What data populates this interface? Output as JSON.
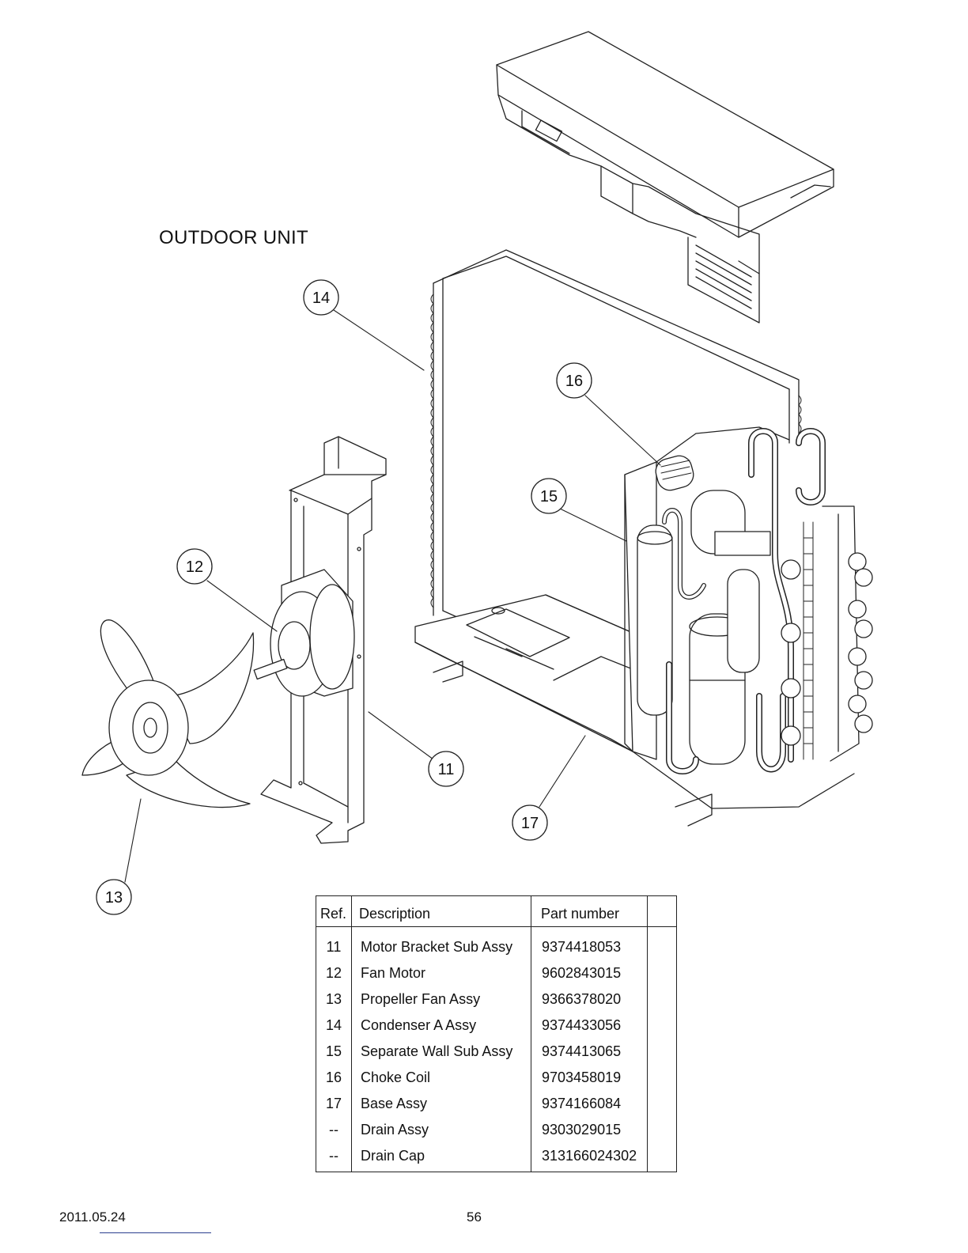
{
  "page": {
    "title": "OUTDOOR UNIT",
    "date": "2011.05.24",
    "page_number": "56"
  },
  "callouts": [
    "14",
    "16",
    "15",
    "12",
    "11",
    "17",
    "13"
  ],
  "table": {
    "headers": {
      "ref": "Ref.",
      "description": "Description",
      "part_number": "Part number"
    },
    "rows": [
      {
        "ref": "11",
        "description": "Motor Bracket Sub Assy",
        "part_number": "9374418053"
      },
      {
        "ref": "12",
        "description": "Fan Motor",
        "part_number": "9602843015"
      },
      {
        "ref": "13",
        "description": "Propeller Fan Assy",
        "part_number": "9366378020"
      },
      {
        "ref": "14",
        "description": "Condenser A Assy",
        "part_number": "9374433056"
      },
      {
        "ref": "15",
        "description": "Separate Wall Sub Assy",
        "part_number": "9374413065"
      },
      {
        "ref": "16",
        "description": "Choke Coil",
        "part_number": "9703458019"
      },
      {
        "ref": "17",
        "description": "Base Assy",
        "part_number": "9374166084"
      },
      {
        "ref": "--",
        "description": "Drain Assy",
        "part_number": "9303029015"
      },
      {
        "ref": "--",
        "description": "Drain Cap",
        "part_number": "313166024302"
      }
    ]
  }
}
